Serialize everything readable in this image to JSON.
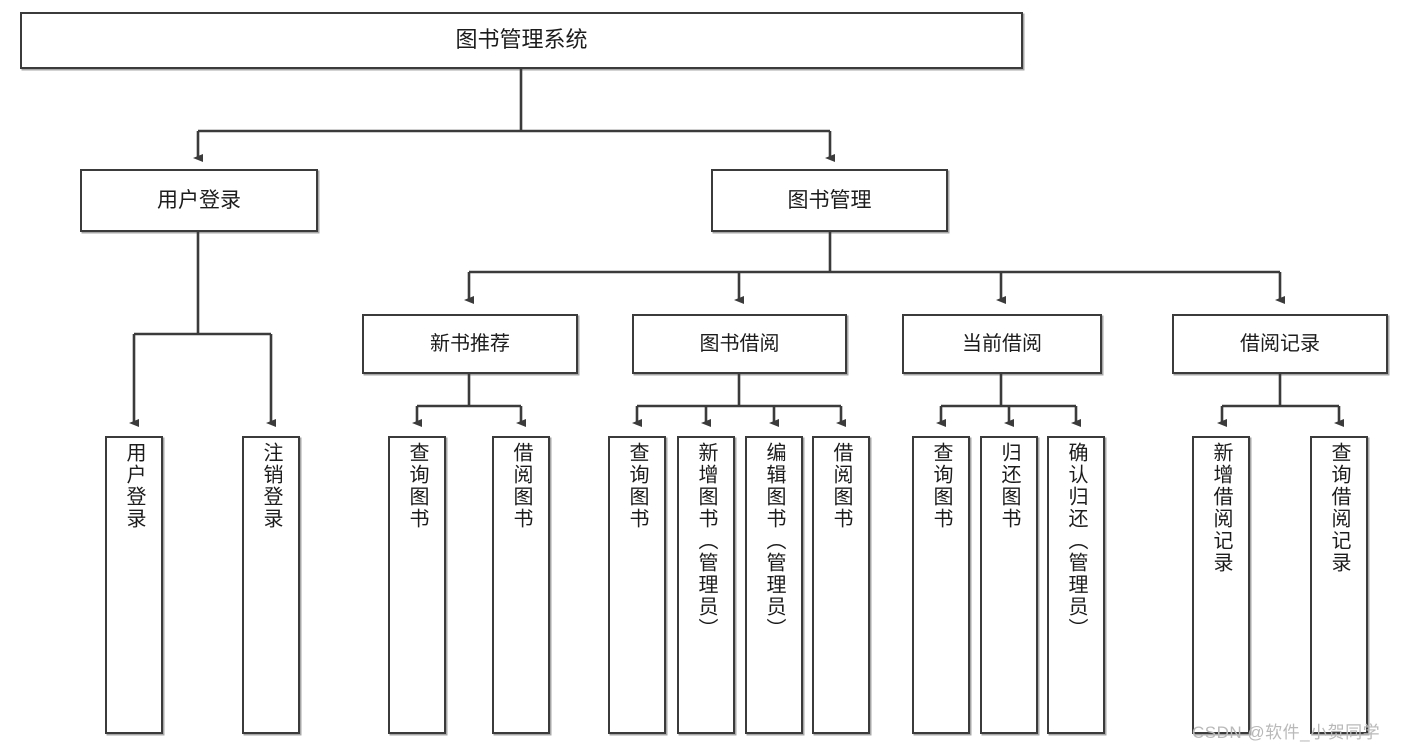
{
  "diagram": {
    "type": "tree",
    "title": "图书管理系统",
    "watermark": "CSDN @软件_小贺同学",
    "colors": {
      "stroke": "#3b3b3b",
      "fill": "#ffffff",
      "text": "#1c1c1c",
      "watermark": "#b9b9b9"
    },
    "root": {
      "label": "图书管理系统"
    },
    "level1": [
      {
        "label": "用户登录"
      },
      {
        "label": "图书管理"
      }
    ],
    "level2": [
      {
        "label": "新书推荐"
      },
      {
        "label": "图书借阅"
      },
      {
        "label": "当前借阅"
      },
      {
        "label": "借阅记录"
      }
    ],
    "leaves": {
      "user_login": [
        {
          "label": "用户登录"
        },
        {
          "label": "注销登录"
        }
      ],
      "new_book_recommend": [
        {
          "label": "查询图书"
        },
        {
          "label": "借阅图书"
        }
      ],
      "book_borrow": [
        {
          "label": "查询图书"
        },
        {
          "label": "新增图书（管理员）"
        },
        {
          "label": "编辑图书（管理员）"
        },
        {
          "label": "借阅图书"
        }
      ],
      "current_borrow": [
        {
          "label": "查询图书"
        },
        {
          "label": "归还图书"
        },
        {
          "label": "确认归还（管理员）"
        }
      ],
      "borrow_record": [
        {
          "label": "新增借阅记录"
        },
        {
          "label": "查询借阅记录"
        }
      ]
    }
  }
}
